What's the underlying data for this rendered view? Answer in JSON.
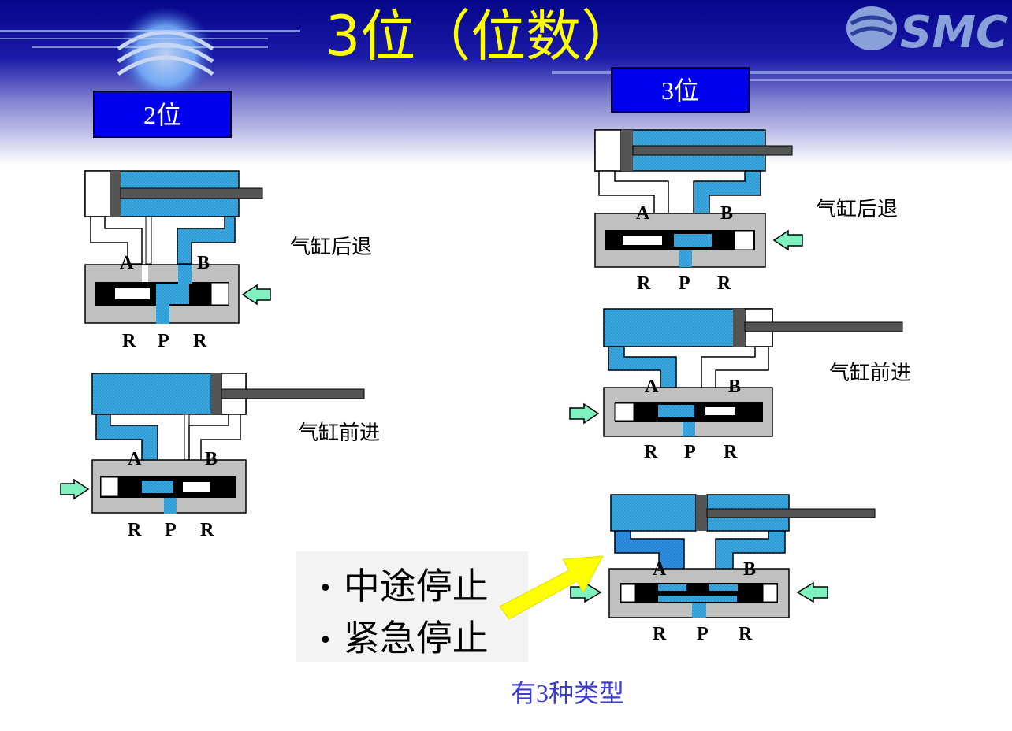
{
  "title": "3位（位数）",
  "logo": {
    "text": "SMC"
  },
  "sections": {
    "two_pos": {
      "label": "2位"
    },
    "three_pos": {
      "label": "3位"
    }
  },
  "ports": {
    "a": "A",
    "b": "B",
    "r": "R",
    "p": "P"
  },
  "states": {
    "retract": "气缸后退",
    "extend": "气缸前进"
  },
  "bullets": [
    "中途停止",
    "紧急停止"
  ],
  "caption": "有3种类型",
  "colors": {
    "title": "#ffff00",
    "header_blue": "#0a0a9c",
    "section_box": "#0000ee",
    "air": "#3aaae0",
    "valve_body": "#c0c0c0",
    "arrow": "#7ff0c0",
    "highlight_arrow": "#ffff00",
    "caption": "#3a3acc"
  }
}
